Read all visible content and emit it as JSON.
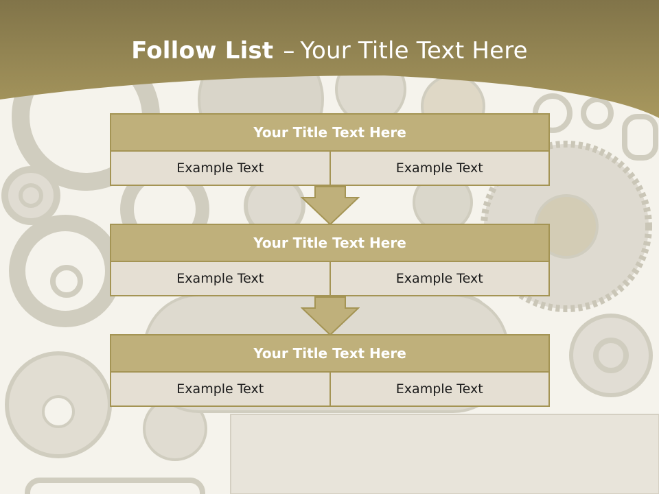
{
  "title": {
    "bold": "Follow List",
    "dash": "–",
    "rest": "Your Title Text Here"
  },
  "steps": [
    {
      "title": "Your Title Text Here",
      "left": "Example Text",
      "right": "Example Text"
    },
    {
      "title": "Your Title Text Here",
      "left": "Example Text",
      "right": "Example Text"
    },
    {
      "title": "Your Title Text Here",
      "left": "Example Text",
      "right": "Example Text"
    }
  ],
  "colors": {
    "header_band": "#8a7a4e",
    "box_fill": "#bfb07b",
    "box_border": "#a49454",
    "cell_fill": "#e5dfd3",
    "background": "#f4f2ea"
  }
}
